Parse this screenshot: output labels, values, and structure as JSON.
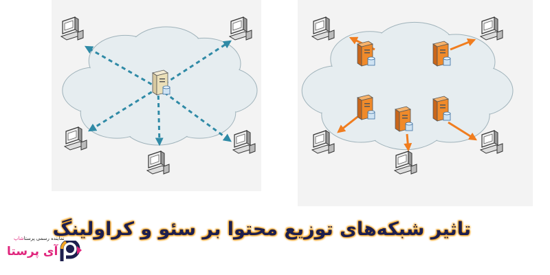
{
  "title": "تاثیر شبکه‌های توزیع محتوا بر سئو و کراولینگ",
  "logo": {
    "name": "آی پرستا",
    "subtitle_prefix": "نماینده رسمی پرستا",
    "subtitle_highlight": "شاپ"
  },
  "colors": {
    "panel_bg": "#f3f3f3",
    "cloud": "#e6edf0",
    "single_server_arrows": "#2f8aa6",
    "cdn_arrows": "#f07d1f",
    "cdn_server": "#f08a2a",
    "title_text": "#1d1f4e",
    "title_outline": "#f5a623",
    "brand_pink": "#e0267d",
    "brand_navy": "#1d1f4e"
  },
  "diagrams": [
    {
      "name": "single-origin-server",
      "servers": 1,
      "clients": 5
    },
    {
      "name": "content-delivery-network",
      "servers": 5,
      "clients": 5
    }
  ]
}
